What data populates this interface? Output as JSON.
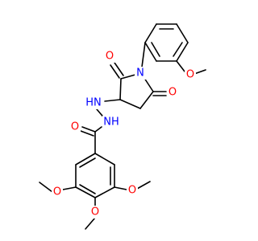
{
  "colors": {
    "bond": "#000000",
    "oxygen": "#ff0000",
    "nitrogen": "#0000ff",
    "background": "#ffffff"
  },
  "atoms": {
    "n_pyrrolidine": "N",
    "o_carbonyl_top": "O",
    "o_carbonyl_right": "O",
    "o_methoxy_phenyl": "O",
    "nh_upper": "HN",
    "nh_lower": "NH",
    "o_amide": "O",
    "o_methoxy_left": "O",
    "o_methoxy_right": "O",
    "o_methoxy_bottom": "O"
  }
}
